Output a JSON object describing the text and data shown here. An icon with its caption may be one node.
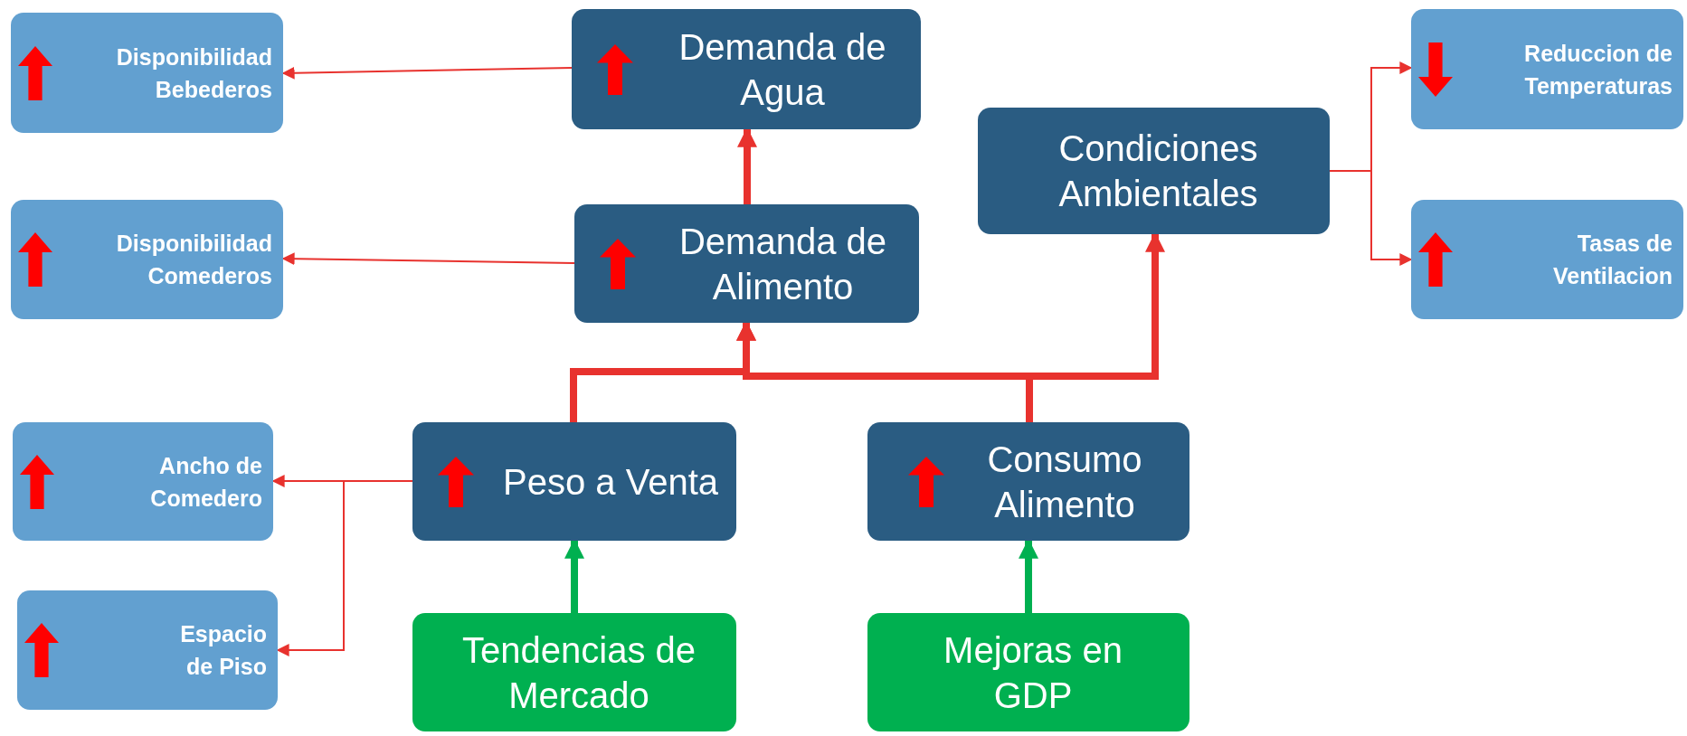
{
  "diagram": {
    "nodes": [
      {
        "text": [
          "Disponibilidad Bebederos"
        ]
      },
      {
        "text": [
          "Demanda de Agua"
        ]
      },
      {
        "text": [
          "Reduccion de Temperaturas"
        ]
      },
      {
        "text": [
          "Condiciones Ambientales"
        ]
      },
      {
        "text": [
          "Disponibilidad Comederos"
        ]
      },
      {
        "text": [
          "Demanda de Alimento"
        ]
      },
      {
        "text": [
          "Tasas de Ventilacion"
        ]
      },
      {
        "text": [
          "Ancho de Comedero"
        ]
      },
      {
        "text": [
          "Peso a Venta"
        ]
      },
      {
        "text": [
          "Consumo Alimento"
        ]
      },
      {
        "text": [
          "Espacio de Piso"
        ]
      },
      {
        "text": [
          "Tendencias de Mercado"
        ]
      },
      {
        "text": [
          "Mejoras en GDP"
        ]
      }
    ],
    "edges": [
      {
        "from": 1,
        "to": 0,
        "arrow": "to"
      },
      {
        "from": 5,
        "to": 4,
        "arrow": "to"
      },
      {
        "from": 5,
        "to": 1,
        "arrow": "to",
        "style": "thick"
      },
      {
        "from": 3,
        "to": 2,
        "arrow": "to"
      },
      {
        "from": 3,
        "to": 6,
        "arrow": "to"
      },
      {
        "from": 8,
        "to": 7,
        "arrow": "to"
      },
      {
        "from": 8,
        "to": 10,
        "arrow": "to"
      },
      {
        "from": 8,
        "to": 5,
        "arrow": "to",
        "style": "thick"
      },
      {
        "from": 9,
        "to": 5,
        "arrow": "to",
        "style": "thick"
      },
      {
        "from": 9,
        "to": 3,
        "arrow": "to",
        "style": "thick"
      },
      {
        "from": 11,
        "to": 8,
        "arrow": "to",
        "style": "thick",
        "color": "#00b050"
      },
      {
        "from": 12,
        "to": 9,
        "arrow": "to",
        "style": "thick",
        "color": "#00b050"
      }
    ]
  }
}
